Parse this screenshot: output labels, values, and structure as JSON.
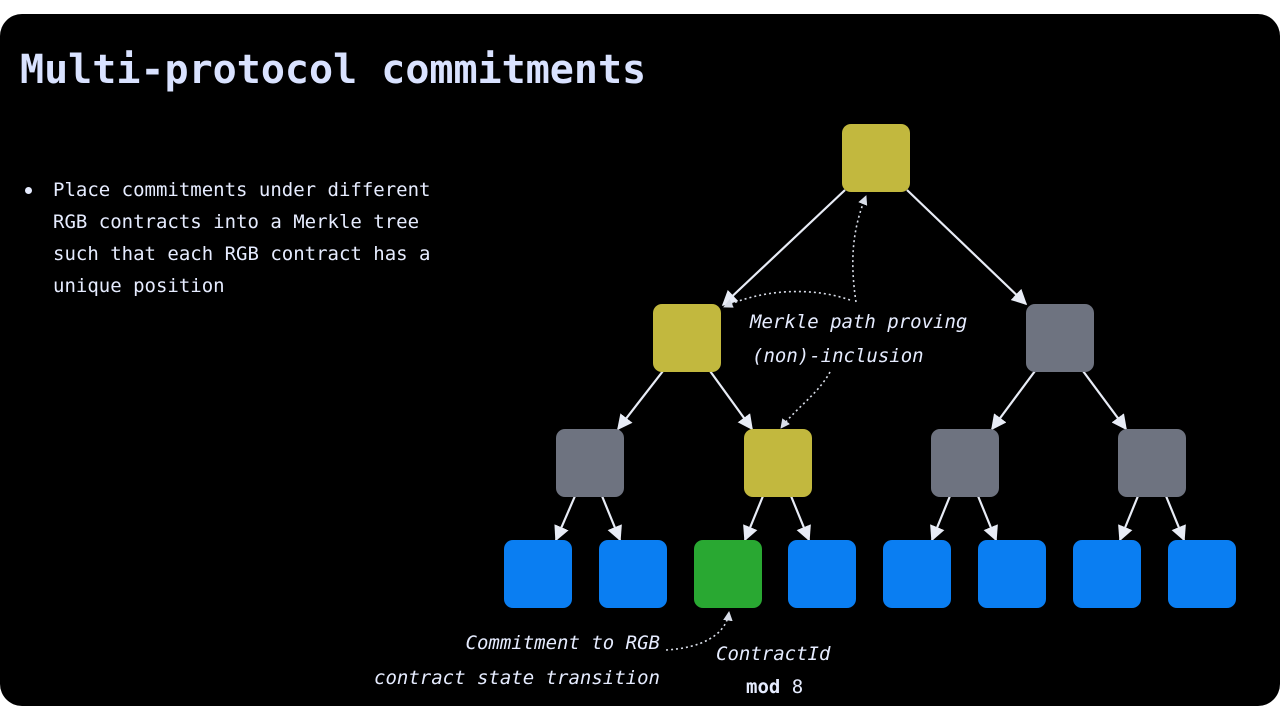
{
  "slide": {
    "title": "Multi-protocol commitments",
    "bullets": [
      "Place commitments under different RGB contracts into a Merkle tree such that each RGB contract has a unique position"
    ]
  },
  "diagram": {
    "annotations": {
      "merkle_path_line1": "Merkle path proving",
      "merkle_path_line2": "(non)-inclusion",
      "commitment_line1": "Commitment to RGB",
      "commitment_line2": "contract state transition",
      "contract_id": "ContractId",
      "mod_keyword": "mod",
      "mod_value": "8"
    },
    "colors": {
      "path_node": "#c2b83e",
      "other_node": "#6e7380",
      "leaf": "#0a7ef2",
      "committed_leaf": "#29a832",
      "background": "#000000",
      "text": "#e6ecff"
    }
  }
}
